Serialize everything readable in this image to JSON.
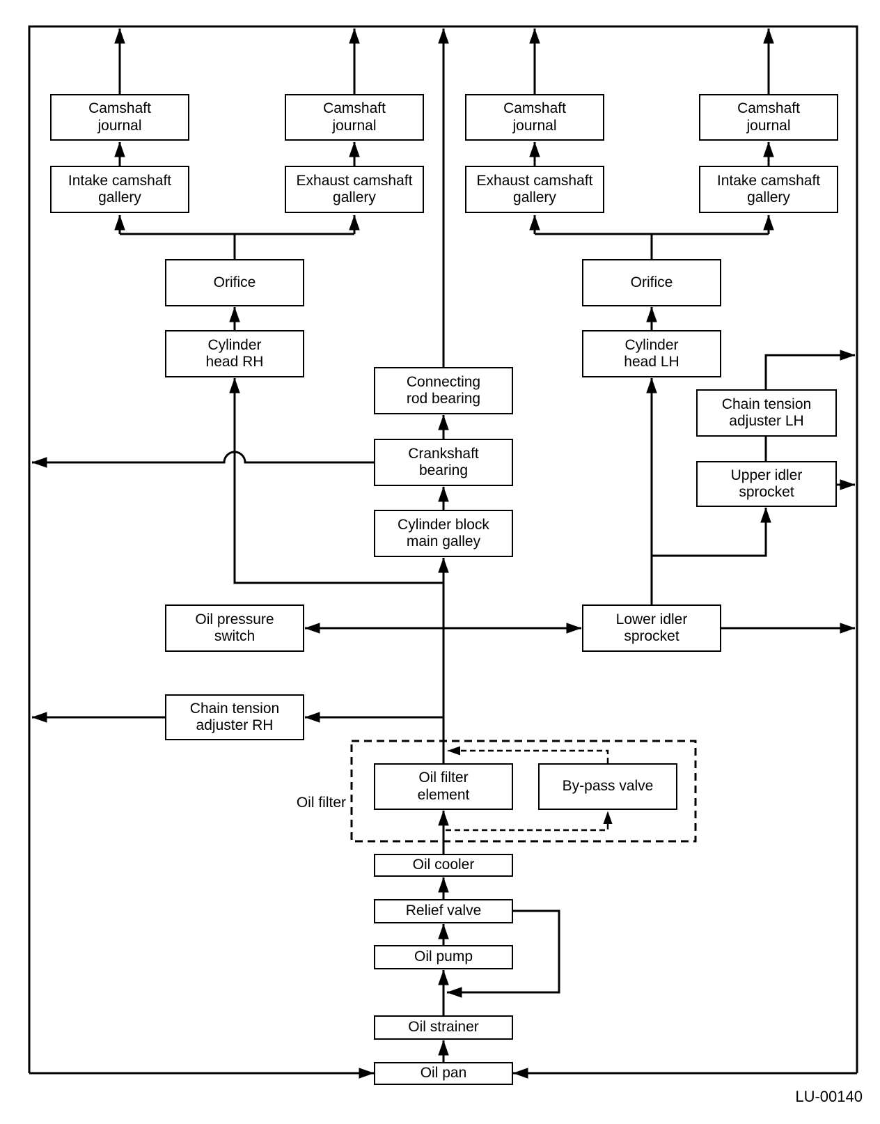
{
  "figure_code": "LU-00140",
  "group_label": "Oil filter",
  "colors": {
    "line": "#000000",
    "background": "#ffffff",
    "text": "#000000"
  },
  "nodes": {
    "camshaft_journal_1": "Camshaft\njournal",
    "camshaft_journal_2": "Camshaft\njournal",
    "camshaft_journal_3": "Camshaft\njournal",
    "camshaft_journal_4": "Camshaft\njournal",
    "intake_camshaft_gallery_rh": "Intake camshaft\ngallery",
    "exhaust_camshaft_gallery_rh": "Exhaust camshaft\ngallery",
    "exhaust_camshaft_gallery_lh": "Exhaust camshaft\ngallery",
    "intake_camshaft_gallery_lh": "Intake camshaft\ngallery",
    "orifice_rh": "Orifice",
    "orifice_lh": "Orifice",
    "cylinder_head_rh": "Cylinder\nhead RH",
    "cylinder_head_lh": "Cylinder\nhead LH",
    "connecting_rod_bearing": "Connecting\nrod bearing",
    "crankshaft_bearing": "Crankshaft\nbearing",
    "cylinder_block_main_galley": "Cylinder block\nmain galley",
    "chain_tension_adjuster_lh": "Chain tension\nadjuster LH",
    "upper_idler_sprocket": "Upper idler\nsprocket",
    "oil_pressure_switch": "Oil pressure\nswitch",
    "lower_idler_sprocket": "Lower idler\nsprocket",
    "chain_tension_adjuster_rh": "Chain tension\nadjuster RH",
    "oil_filter_element": "Oil filter\nelement",
    "by_pass_valve": "By-pass valve",
    "oil_cooler": "Oil cooler",
    "relief_valve": "Relief valve",
    "oil_pump": "Oil pump",
    "oil_strainer": "Oil strainer",
    "oil_pan": "Oil pan"
  }
}
